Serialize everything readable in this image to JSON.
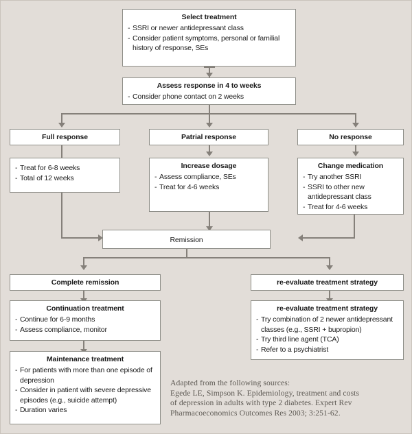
{
  "figure": {
    "kind": "clinical-treatment-flowchart",
    "background_color": "#e2ddd8",
    "box_border_color": "#8d8d87",
    "connector_color": "#85807a",
    "text_color": "#1a1a1a",
    "citation_color": "#5d5953"
  },
  "nodes": {
    "select_treatment": {
      "title": "Select treatment",
      "bullets": [
        "SSRI or newer antidepressant class",
        "Consider patient symptoms, personal or familial history of response, SEs"
      ]
    },
    "assess_response": {
      "title": "Assess response in 4 to weeks",
      "bullets": [
        "Consider phone contact on 2 weeks"
      ]
    },
    "full_response": {
      "title": "Full response"
    },
    "partial_response": {
      "title": "Patrial response"
    },
    "no_response": {
      "title": "No response"
    },
    "full_response_plan": {
      "bullets": [
        "Treat for 6-8 weeks",
        "Total of 12 weeks"
      ]
    },
    "increase_dosage": {
      "title": "Increase dosage",
      "bullets": [
        "Assess compliance, SEs",
        "Treat for 4-6 weeks"
      ]
    },
    "change_medication": {
      "title": "Change medication",
      "bullets": [
        "Try another SSRI",
        "SSRI to other new antidepressant class",
        "Treat for 4-6 weeks"
      ]
    },
    "remission": {
      "label": "Remission"
    },
    "complete_remission": {
      "title": "Complete remission"
    },
    "reevaluate_header": {
      "title": "re-evaluate treatment strategy"
    },
    "continuation_treatment": {
      "title": "Continuation treatment",
      "bullets": [
        "Continue for 6-9 months",
        "Assess compliance, monitor"
      ]
    },
    "reevaluate_detail": {
      "title": "re-evaluate treatment strategy",
      "bullets": [
        "Try combination of 2 newer antidepressant classes (e.g., SSRI + bupropion)",
        "Try third line agent (TCA)",
        "Refer to a psychiatrist"
      ]
    },
    "maintenance_treatment": {
      "title": "Maintenance treatment",
      "bullets": [
        "For patients with more than one episode of depression",
        "Consider in patient with severe depressive episodes (e.g., suicide attempt)",
        "Duration varies"
      ]
    }
  },
  "citation": {
    "line1": "Adapted from the following sources:",
    "line2": "Egede LE, Simpson K. Epidemiology, treatment and costs",
    "line3": "of depression in adults with type 2 diabetes. Expert Rev",
    "line4": "Pharmacoeconomics Outcomes Res 2003; 3:251-62."
  }
}
